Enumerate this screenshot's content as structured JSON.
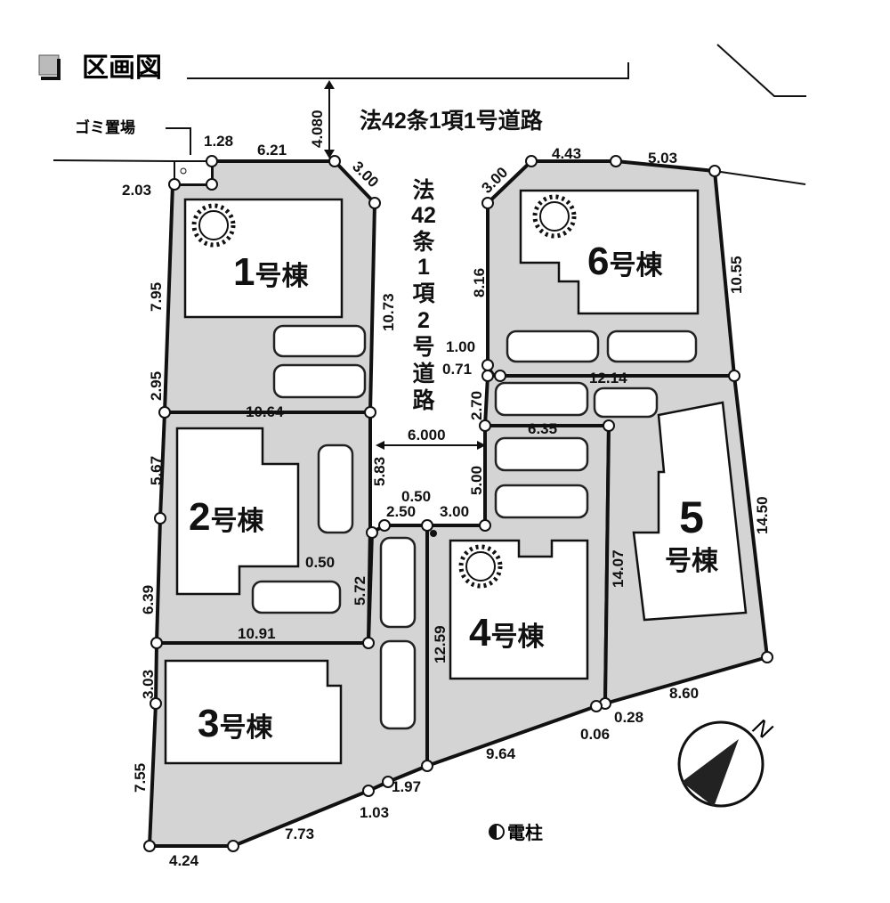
{
  "title": "区画図",
  "roads": {
    "main": "法42条1項1号道路",
    "side": [
      "法",
      "42",
      "条",
      "1",
      "項",
      "2",
      "号",
      "道",
      "路"
    ]
  },
  "labels": {
    "garbage": "ゴミ置場",
    "pole_legend": "電柱",
    "north": "N"
  },
  "lots": [
    {
      "num": "1",
      "suffix": "号棟"
    },
    {
      "num": "2",
      "suffix": "号棟"
    },
    {
      "num": "3",
      "suffix": "号棟"
    },
    {
      "num": "4",
      "suffix": "号棟"
    },
    {
      "num": "5",
      "suffix": "号棟"
    },
    {
      "num": "6",
      "suffix": "号棟"
    }
  ],
  "dimensions": {
    "d1_28": "1.28",
    "d6_21": "6.21",
    "d3_00a": "3.00",
    "d2_03": "2.03",
    "d7_95": "7.95",
    "d10_73": "10.73",
    "d2_95": "2.95",
    "d10_64": "10.64",
    "d4_080": "4.080",
    "d3_00b": "3.00",
    "d4_43": "4.43",
    "d5_03": "5.03",
    "d8_16": "8.16",
    "d10_55": "10.55",
    "d1_00": "1.00",
    "d0_71": "0.71",
    "d12_14": "12.14",
    "d2_70": "2.70",
    "d6_000": "6.000",
    "d6_35": "6.35",
    "d5_67": "5.67",
    "d5_83": "5.83",
    "d0_50a": "0.50",
    "d2_50": "2.50",
    "d3_00c": "3.00",
    "d5_00": "5.00",
    "d0_50b": "0.50",
    "d5_72": "5.72",
    "d6_39": "6.39",
    "d10_91": "10.91",
    "d14_07": "14.07",
    "d14_50": "14.50",
    "d12_59": "12.59",
    "d3_03": "3.03",
    "d7_55": "7.55",
    "d8_60": "8.60",
    "d0_28": "0.28",
    "d0_06": "0.06",
    "d9_64": "9.64",
    "d1_97": "1.97",
    "d1_03": "1.03",
    "d7_73": "7.73",
    "d4_24": "4.24"
  },
  "colors": {
    "lot_fill": "#d4d4d4",
    "line": "#111111"
  }
}
